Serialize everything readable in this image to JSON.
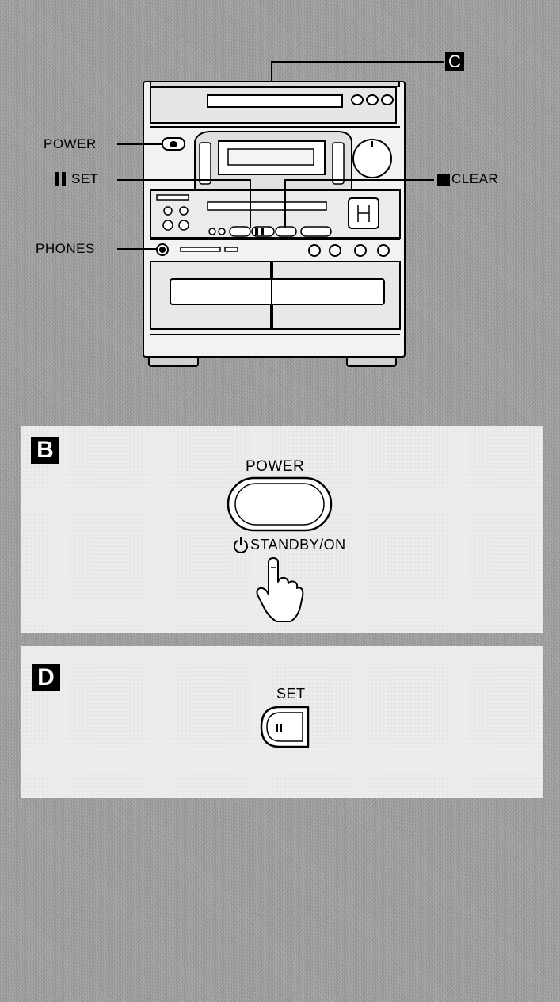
{
  "callouts": {
    "power": "POWER",
    "set": "SET",
    "phones": "PHONES",
    "clear": "CLEAR",
    "badge_c": "C"
  },
  "panel_b": {
    "badge": "B",
    "power_label": "POWER",
    "standby_label": "STANDBY/ON"
  },
  "panel_d": {
    "badge": "D",
    "set_label": "SET"
  },
  "colors": {
    "background": "#a6a6a6",
    "panel": "#ececec",
    "ink": "#000000"
  }
}
